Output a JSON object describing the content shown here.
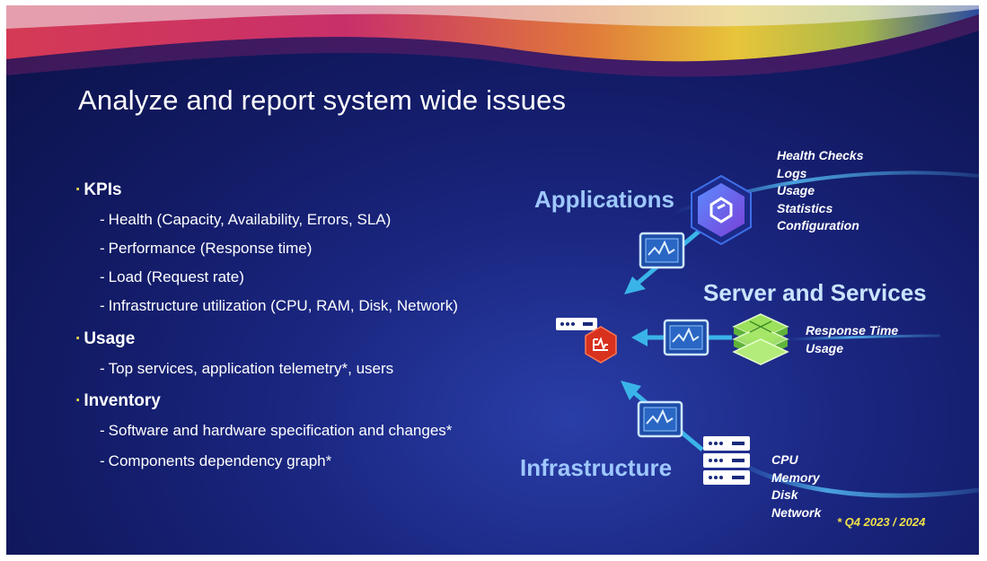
{
  "title": "Analyze and report system wide issues",
  "bullets": [
    {
      "label": "KPIs",
      "items": [
        "Health (Capacity, Availability, Errors, SLA)",
        "Performance (Response time)",
        "Load (Request rate)",
        "Infrastructure utilization (CPU, RAM, Disk, Network)"
      ]
    },
    {
      "label": "Usage",
      "items": [
        "Top services, application telemetry*, users"
      ]
    },
    {
      "label": "Inventory",
      "items": [
        "Software and hardware specification and changes*",
        "Components dependency graph*"
      ]
    }
  ],
  "diagram": {
    "applications": {
      "label": "Applications",
      "details": [
        "Health Checks",
        "Logs",
        "Usage",
        "Statistics",
        "Configuration"
      ]
    },
    "server_services": {
      "label": "Server and Services",
      "details": [
        "Response Time",
        "Usage"
      ]
    },
    "infrastructure": {
      "label": "Infrastructure",
      "details": [
        "CPU",
        "Memory",
        "Disk",
        "Network"
      ]
    }
  },
  "footnote": "* Q4 2023 / 2024",
  "colors": {
    "background": "#141d6b",
    "bullet_marker": "#e6d64a",
    "heading_blue": "#9ec8ff",
    "arrow": "#3ab4e8",
    "footnote": "#f0e04a"
  },
  "icons": [
    "applications-hex-icon",
    "monitor-chart-icon",
    "server-rack-icon",
    "network-cube-icon",
    "alert-hub-icon"
  ]
}
